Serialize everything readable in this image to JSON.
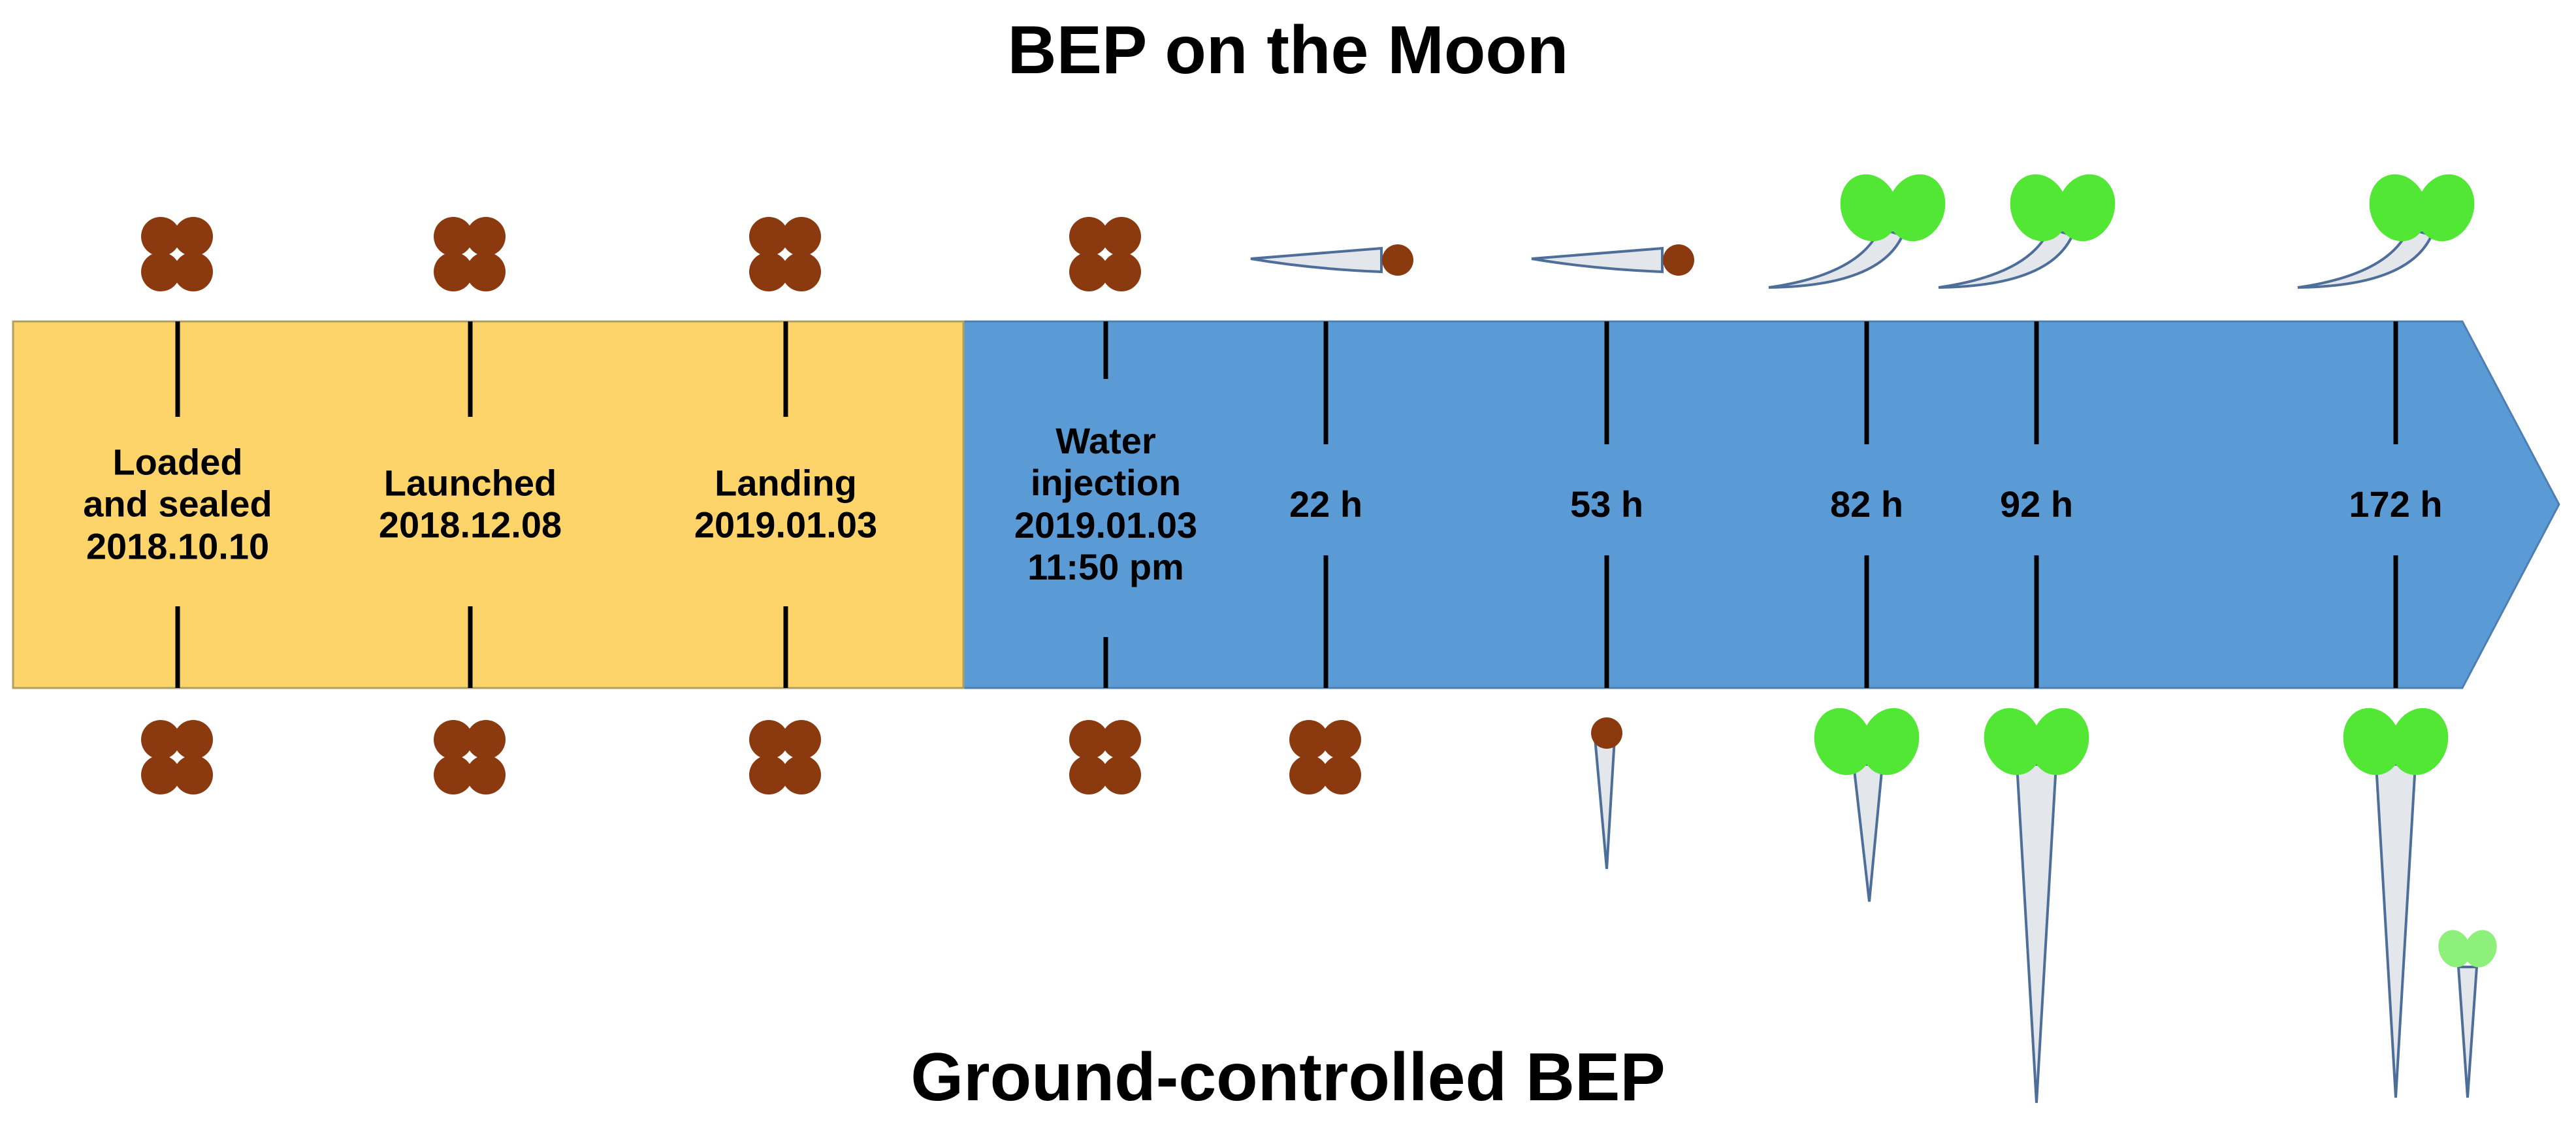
{
  "top_title": "BEP on the Moon",
  "bottom_title": "Ground-controlled BEP",
  "colors": {
    "phase_pre_water": "#FDD46A",
    "phase_post_water": "#5B9BD5",
    "seed": "#8B3A10",
    "cotyledon": "#52E635",
    "cotyledon_small": "#8CF07A",
    "root": "#E3E6EA",
    "root_outline": "#4E6E9A"
  },
  "milestones": [
    {
      "label": "Loaded\nand sealed\n2018.10.10",
      "moon": "seeds",
      "ground": "seeds"
    },
    {
      "label": "Launched\n2018.12.08",
      "moon": "seeds",
      "ground": "seeds"
    },
    {
      "label": "Landing\n2019.01.03",
      "moon": "seeds",
      "ground": "seeds"
    },
    {
      "label": "Water\ninjection\n2019.01.03\n11:50 pm",
      "moon": "seeds",
      "ground": "seeds"
    },
    {
      "label": "22 h",
      "moon": "radicle-horizontal",
      "ground": "seeds"
    },
    {
      "label": "53 h",
      "moon": "radicle-horizontal",
      "ground": "radicle-down"
    },
    {
      "label": "82 h",
      "moon": "seedling-horizontal",
      "ground": "seedling-down"
    },
    {
      "label": "92 h",
      "moon": "seedling-horizontal",
      "ground": "seedling-long"
    },
    {
      "label": "172 h",
      "moon": "seedling-horizontal",
      "ground": "seedling-long-with-small"
    }
  ]
}
